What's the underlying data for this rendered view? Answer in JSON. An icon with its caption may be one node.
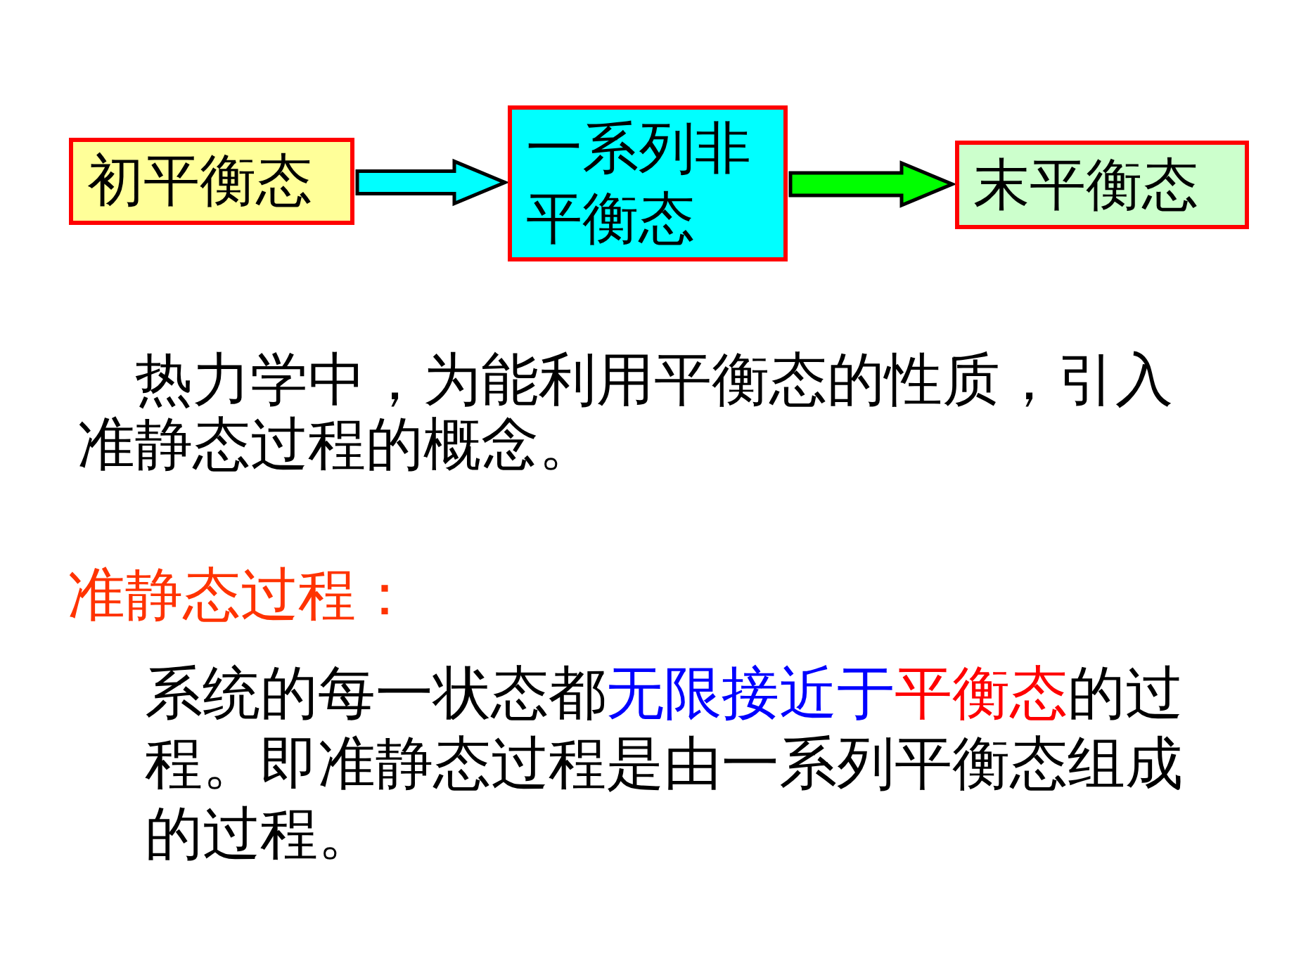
{
  "diagram": {
    "nodes": [
      {
        "text": [
          "初平衡态"
        ]
      },
      {
        "text": [
          "一系列非平衡态"
        ]
      },
      {
        "text": [
          "末平衡态"
        ]
      }
    ],
    "edges": [
      {
        "from": 0,
        "to": 1,
        "arrow": "to",
        "color": "#00ffff"
      },
      {
        "from": 1,
        "to": 2,
        "arrow": "to",
        "color": "#00ff00"
      }
    ],
    "labels": [
      "热力学中，为能利用平衡态的性质，引入准静态过程的概念。",
      "准静态过程：",
      "系统的每一状态都**无限接近于****平衡态**的过程。即准静态过程是由一系列平衡态组成的过程。"
    ]
  }
}
